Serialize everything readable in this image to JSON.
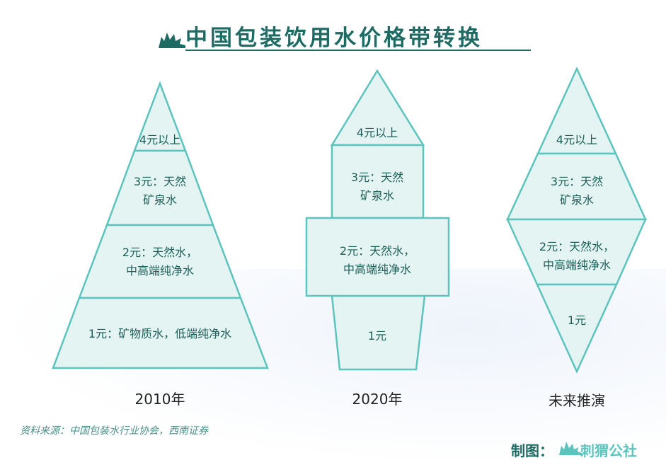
{
  "title": "中国包装饮用水价格带转换",
  "colors": {
    "fill": "#e3f4f2",
    "stroke": "#5cc4bd",
    "text": "#1d5e58",
    "title": "#1e6b64"
  },
  "diagrams": [
    {
      "year": "2010年",
      "tiers": [
        "4元以上",
        "3元：天然\n矿泉水",
        "2元：天然水，\n中高端纯净水",
        "1元：矿物质水，低端纯净水"
      ]
    },
    {
      "year": "2020年",
      "tiers": [
        "4元以上",
        "3元：天然\n矿泉水",
        "2元：天然水，\n中高端纯净水",
        "1元"
      ]
    },
    {
      "year": "未来推演",
      "tiers": [
        "4元以上",
        "3元：天然\n矿泉水",
        "2元：天然水，\n中高端纯净水",
        "1元"
      ]
    }
  ],
  "source": "资料来源：中国包装水行业协会，西南证券",
  "credit_label": "制图：",
  "brand": "刺猬公社"
}
